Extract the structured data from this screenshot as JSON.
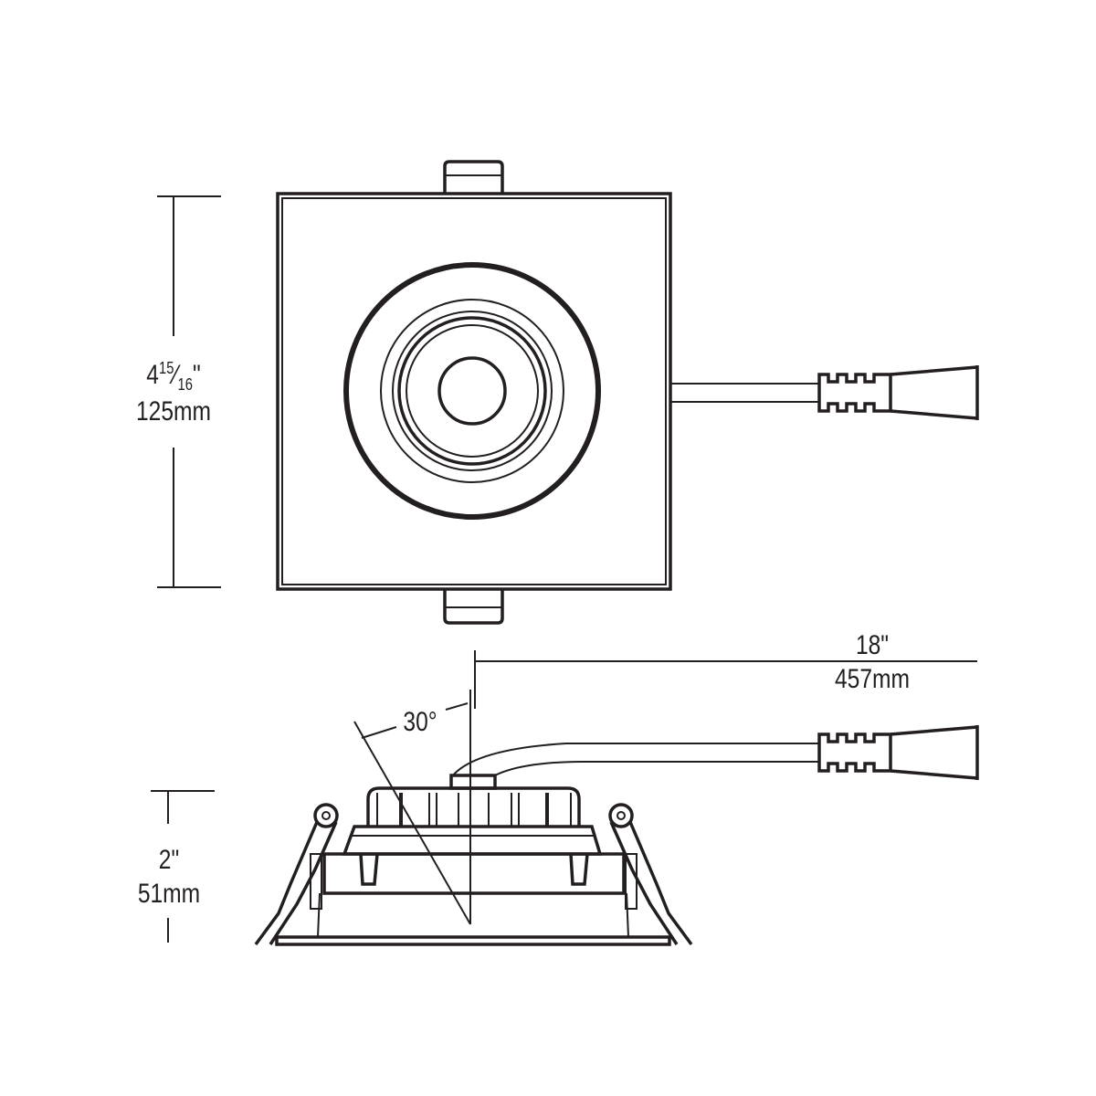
{
  "top_view": {
    "height_dim": {
      "whole": "4",
      "frac_num": "15",
      "frac_den": "16",
      "inch_mark": "\"",
      "metric": "125mm"
    }
  },
  "side_view": {
    "cable_dim": {
      "imperial": "18\"",
      "metric": "457mm"
    },
    "tilt_angle": "30°",
    "depth_dim": {
      "imperial": "2\"",
      "metric": "51mm"
    }
  },
  "colors": {
    "line": "#231f20",
    "background": "#ffffff"
  }
}
